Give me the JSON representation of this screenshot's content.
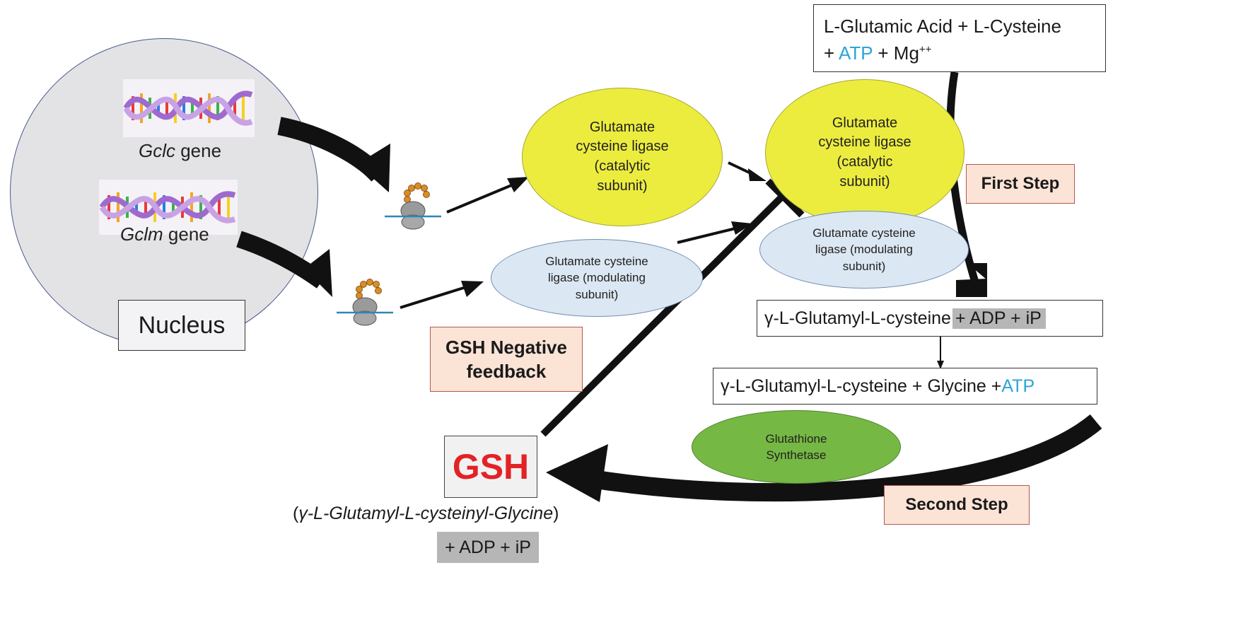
{
  "genes": {
    "gclc_name": "Gclc",
    "gclc_suffix": " gene",
    "gclm_name": "Gclm",
    "gclm_suffix": " gene"
  },
  "nucleus_label": "Nucleus",
  "enzymes": {
    "gcl_catalytic_left": [
      "Glutamate",
      "cysteine ligase",
      "(catalytic",
      "subunit)"
    ],
    "gcl_modulating_left": [
      "Glutamate cysteine",
      "ligase (modulating",
      "subunit)"
    ],
    "gcl_catalytic_right": [
      "Glutamate",
      "cysteine ligase",
      "(catalytic",
      "subunit)"
    ],
    "gcl_modulating_right": [
      "Glutamate cysteine",
      "ligase (modulating",
      "subunit)"
    ],
    "glutathione_synthetase": [
      "Glutathione",
      "Synthetase"
    ]
  },
  "reactions": {
    "substrates_line1": "L-Glutamic Acid + L-Cysteine",
    "substrates_line2_prefix": "+ ",
    "substrates_atp": "ATP",
    "substrates_mg": " + Mg",
    "substrates_mg_charge": "++",
    "product1_main": "γ-L-Glutamyl-L-cysteine",
    "product1_byproducts": "+ ADP + iP",
    "step2_substrates": "γ-L-Glutamyl-L-cysteine + Glycine + ",
    "step2_atp": "ATP"
  },
  "labels": {
    "first_step": "First Step",
    "second_step": "Second Step",
    "negative_feedback_line1": "GSH Negative",
    "negative_feedback_line2": "feedback",
    "gsh": "GSH",
    "gsh_full_open": "(",
    "gsh_full_name": "γ-L-Glutamyl-L-cysteinyl-Glycine",
    "gsh_full_close": ")",
    "gsh_byproducts": "+ ADP + iP"
  },
  "colors": {
    "atp": "#2aa4d9",
    "gsh": "#e32226",
    "catalytic_subunit": "#ecec3f",
    "modulating_subunit": "#dbe7f2",
    "synthetase": "#76b844",
    "step_box": "#fbe3d6",
    "nucleus": "#e3e3e6"
  },
  "icons": [
    "dna-helix-icon",
    "ribosome-icon"
  ]
}
